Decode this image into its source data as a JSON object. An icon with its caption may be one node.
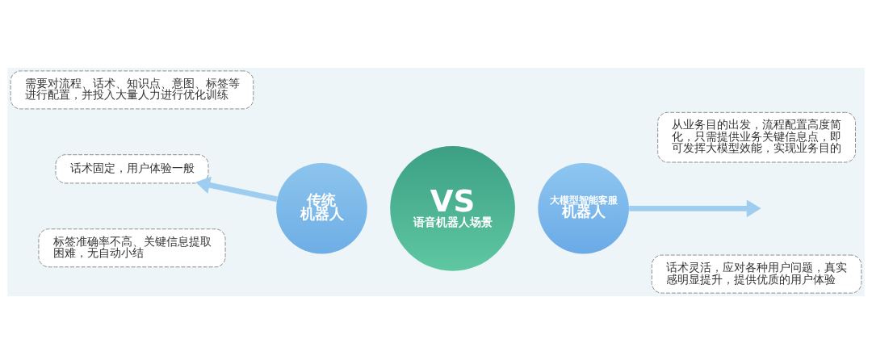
{
  "diagram": {
    "nodes": [
      {
        "text": [
          "需要对流程、话术、知识点、意图、标签等进行配置，并投入大量人力进行优化训练"
        ]
      },
      {
        "text": [
          "话术固定，用户体验一般"
        ]
      },
      {
        "text": [
          "标签准确率不高、关键信息提取困难，无自动小结"
        ]
      },
      {
        "text": [
          "传统",
          "机器人"
        ]
      },
      {
        "text": [
          "VS",
          "语音机器人场景"
        ]
      },
      {
        "text": [
          "大模型智能客服",
          "机器人"
        ]
      },
      {
        "text": [
          "从业务目的出发，流程配置高度简化，只需提供业务关键信息点，即可发挥大模型效能，实现业务目的"
        ]
      },
      {
        "text": [
          "话术灵活，应对各种用户问题，真实感明显提升，提供优质的用户体验"
        ]
      }
    ],
    "edges": [
      {
        "from": 3,
        "to": 1,
        "arrow": "to"
      },
      {
        "from": 5,
        "to": null,
        "arrow": "to"
      }
    ]
  }
}
